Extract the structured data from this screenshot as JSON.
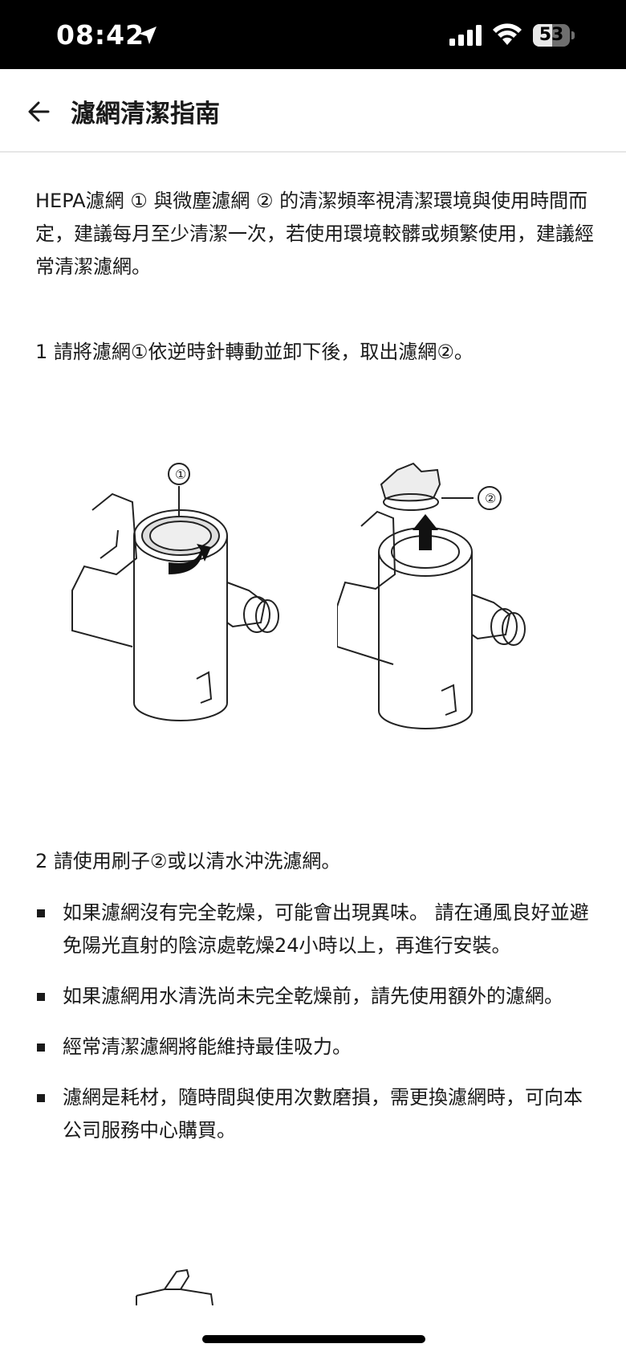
{
  "status_bar": {
    "time": "08:42",
    "battery_level": "53",
    "battery_fraction": 0.53,
    "icons": [
      "location-arrow-icon",
      "signal-bars-icon",
      "wifi-icon",
      "battery-icon"
    ]
  },
  "header": {
    "title": "濾網清潔指南",
    "back_icon": "arrow-left-icon"
  },
  "content": {
    "intro": "HEPA濾網 ① 與微塵濾網 ② 的清潔頻率視清潔環境與使用時間而定，建議每月至少清潔一次，若使用環境較髒或頻繁使用，建議經常清潔濾網。",
    "step1": "1 請將濾網①依逆時針轉動並卸下後，取出濾網②。",
    "figure_labels": {
      "left": "①",
      "right": "②"
    },
    "step2": "2 請使用刷子②或以清水沖洗濾網。",
    "bullets": [
      "如果濾網沒有完全乾燥，可能會出現異味。 請在通風良好並避免陽光直射的陰涼處乾燥24小時以上，再進行安裝。",
      "如果濾網用水清洗尚未完全乾燥前，請先使用額外的濾網。",
      "經常清潔濾網將能維持最佳吸力。",
      "濾網是耗材，隨時間與使用次數磨損，需更換濾網時，可向本公司服務中心購買。"
    ]
  }
}
